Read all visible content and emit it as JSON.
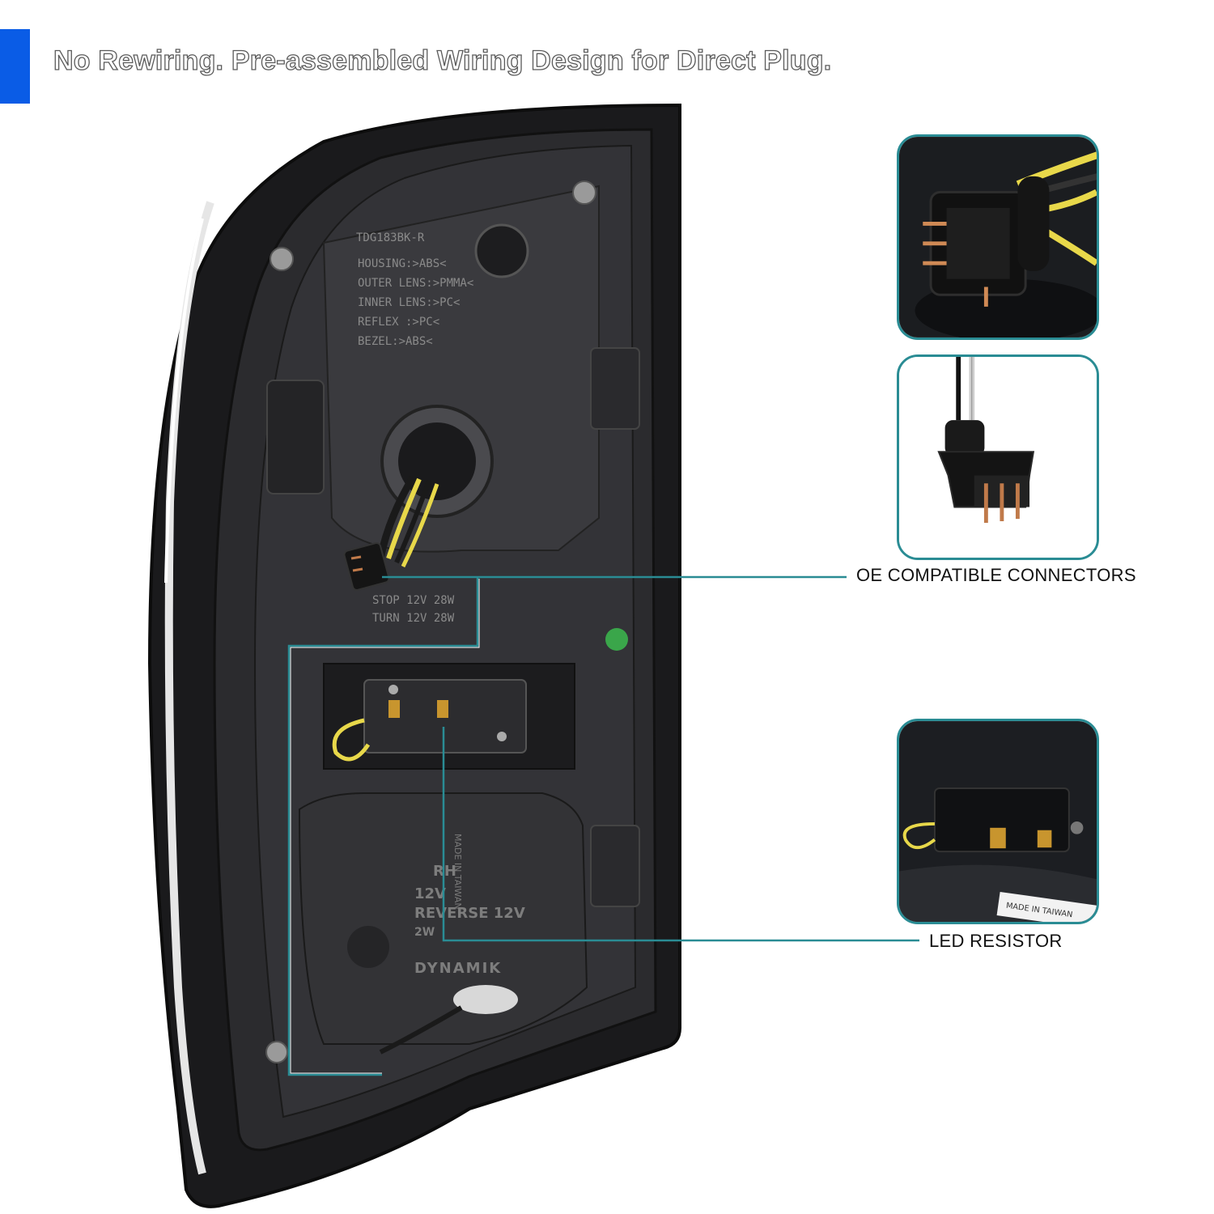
{
  "header": {
    "headline": "No Rewiring. Pre-assembled Wiring Design for Direct Plug.",
    "accent_color": "#0a5ce6"
  },
  "callouts": {
    "connectors_label": "OE COMPATIBLE CONNECTORS",
    "resistor_label": "LED RESISTOR",
    "line_color": "#2a8c94"
  },
  "lamp_markings": {
    "part_no": "TDG183BK-R",
    "housing": "HOUSING:>ABS<",
    "outer_lens": "OUTER LENS:>PMMA<",
    "inner_lens": "INNER LENS:>PC<",
    "reflex": "REFLEX :>PC<",
    "bezel": "BEZEL:>ABS<",
    "stop": "STOP 12V 28W",
    "turn": "TURN 12V 28W",
    "side": "RH",
    "reverse_volt": "12V",
    "reverse": "REVERSE 12V",
    "reverse_watt": "2W",
    "brand": "DYNAMIK",
    "origin": "MADE IN TAIWAN"
  },
  "insets": {
    "resistor_origin": "MADE IN TAIWAN"
  }
}
